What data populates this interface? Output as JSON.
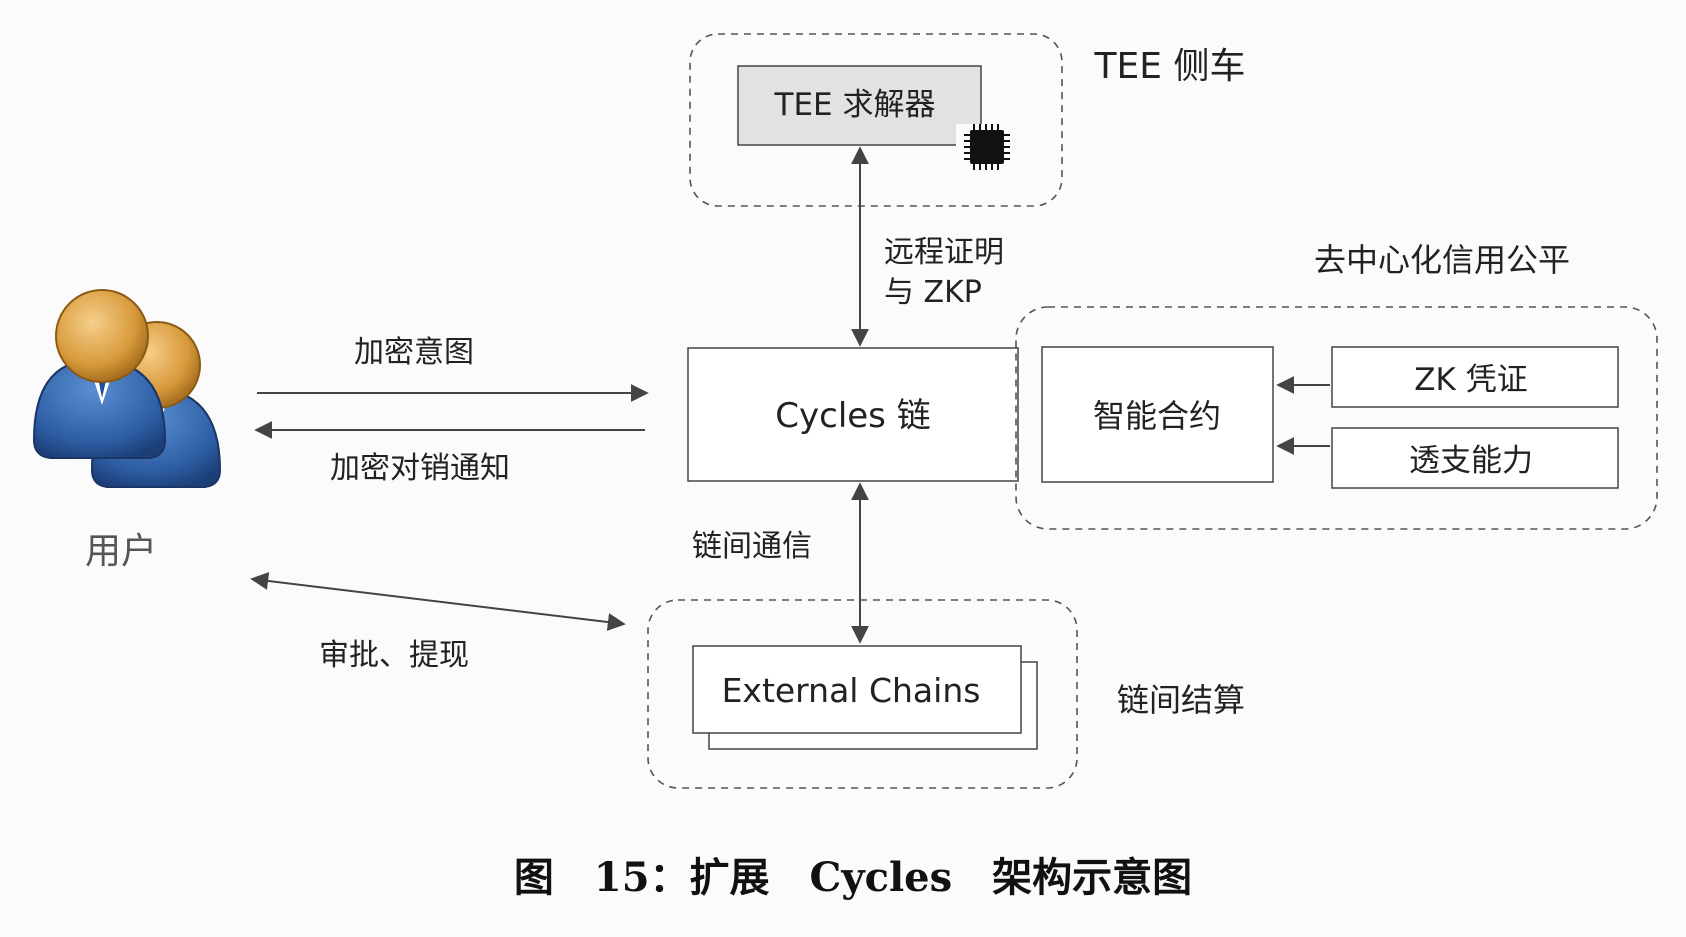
{
  "user": {
    "label": "用户"
  },
  "flows": {
    "encrypted_intent": "加密意图",
    "encrypted_settlement_notice": "加密对销通知",
    "approve_withdraw": "审批、提现",
    "remote_attestation_line1": "远程证明",
    "remote_attestation_line2": "与 ZKP",
    "cross_chain_comm": "链间通信"
  },
  "tee_sidecar": {
    "title": "TEE 侧车",
    "solver_label": "TEE 求解器"
  },
  "cycles_chain": {
    "label": "Cycles 链"
  },
  "decentralized_trust": {
    "title": "去中心化信用公平",
    "smart_contract": "智能合约",
    "zk_credential": "ZK 凭证",
    "overdraft_capability": "透支能力"
  },
  "external": {
    "chains_label": "External Chains",
    "settlement_title": "链间结算"
  },
  "caption": "图　15：扩展　Cycles　架构示意图"
}
